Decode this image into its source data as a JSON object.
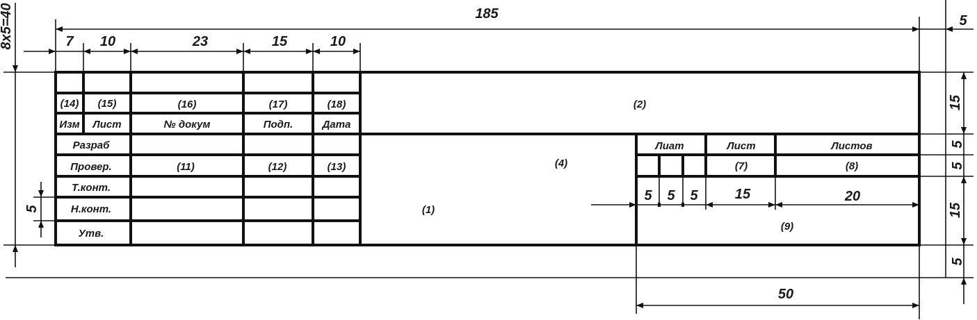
{
  "drawing": {
    "title": "Title block (основная надпись) layout with dimensions",
    "colors": {
      "line": "#111111",
      "text": "#1a1a1a",
      "background": "#ffffff"
    }
  },
  "dimensions": {
    "total_width": "185",
    "col_widths": [
      "7",
      "10",
      "23",
      "15",
      "10"
    ],
    "right_gap": "5",
    "left_height": "8x5=40",
    "row_height": "5",
    "top_block_height": "15",
    "litera_row_height_1": "5",
    "litera_row_height_2": "5",
    "bottom_block_height": "15",
    "bottom_margin": "5",
    "litera_cols": [
      "5",
      "5",
      "5"
    ],
    "sheet_col": "15",
    "sheets_col": "20",
    "right_block_width": "50"
  },
  "left_table": {
    "field_numbers": [
      "(14)",
      "(15)",
      "(16)",
      "(17)",
      "(18)"
    ],
    "headers": [
      "Изм",
      "Лист",
      "№ докум",
      "Подп.",
      "Дата"
    ],
    "roles": [
      "Разраб",
      "Провер.",
      "Т.конт.",
      "Н.конт.",
      "Утв."
    ],
    "role_field_numbers": [
      "(11)",
      "(12)",
      "(13)"
    ]
  },
  "fields": {
    "designation": "(2)",
    "name": "(1)",
    "material": "(4)",
    "sheet_no": "(7)",
    "sheets_total": "(8)",
    "organization": "(9)"
  },
  "right_table": {
    "headers": [
      "Лиат",
      "Лист",
      "Листов"
    ]
  }
}
